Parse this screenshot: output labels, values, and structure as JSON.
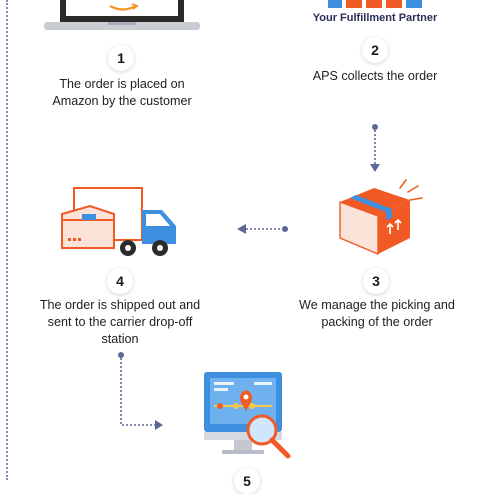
{
  "partner_caption": "Your Fulfillment Partner",
  "steps": [
    {
      "number": "1",
      "text": "The order is placed on Amazon by the customer"
    },
    {
      "number": "2",
      "text": "APS collects the order"
    },
    {
      "number": "3",
      "text": "We manage the picking and packing of the order"
    },
    {
      "number": "4",
      "text": "The order is shipped out and sent to the carrier drop-off station"
    },
    {
      "number": "5",
      "text": ""
    }
  ],
  "colors": {
    "orange": "#f15a24",
    "blue": "#3e8fe0",
    "dark": "#2b2b2b",
    "connector": "#5c6795"
  },
  "icons": [
    "laptop-amazon-icon",
    "aps-logo-icon",
    "box-icon",
    "truck-icon",
    "monitor-map-search-icon"
  ]
}
